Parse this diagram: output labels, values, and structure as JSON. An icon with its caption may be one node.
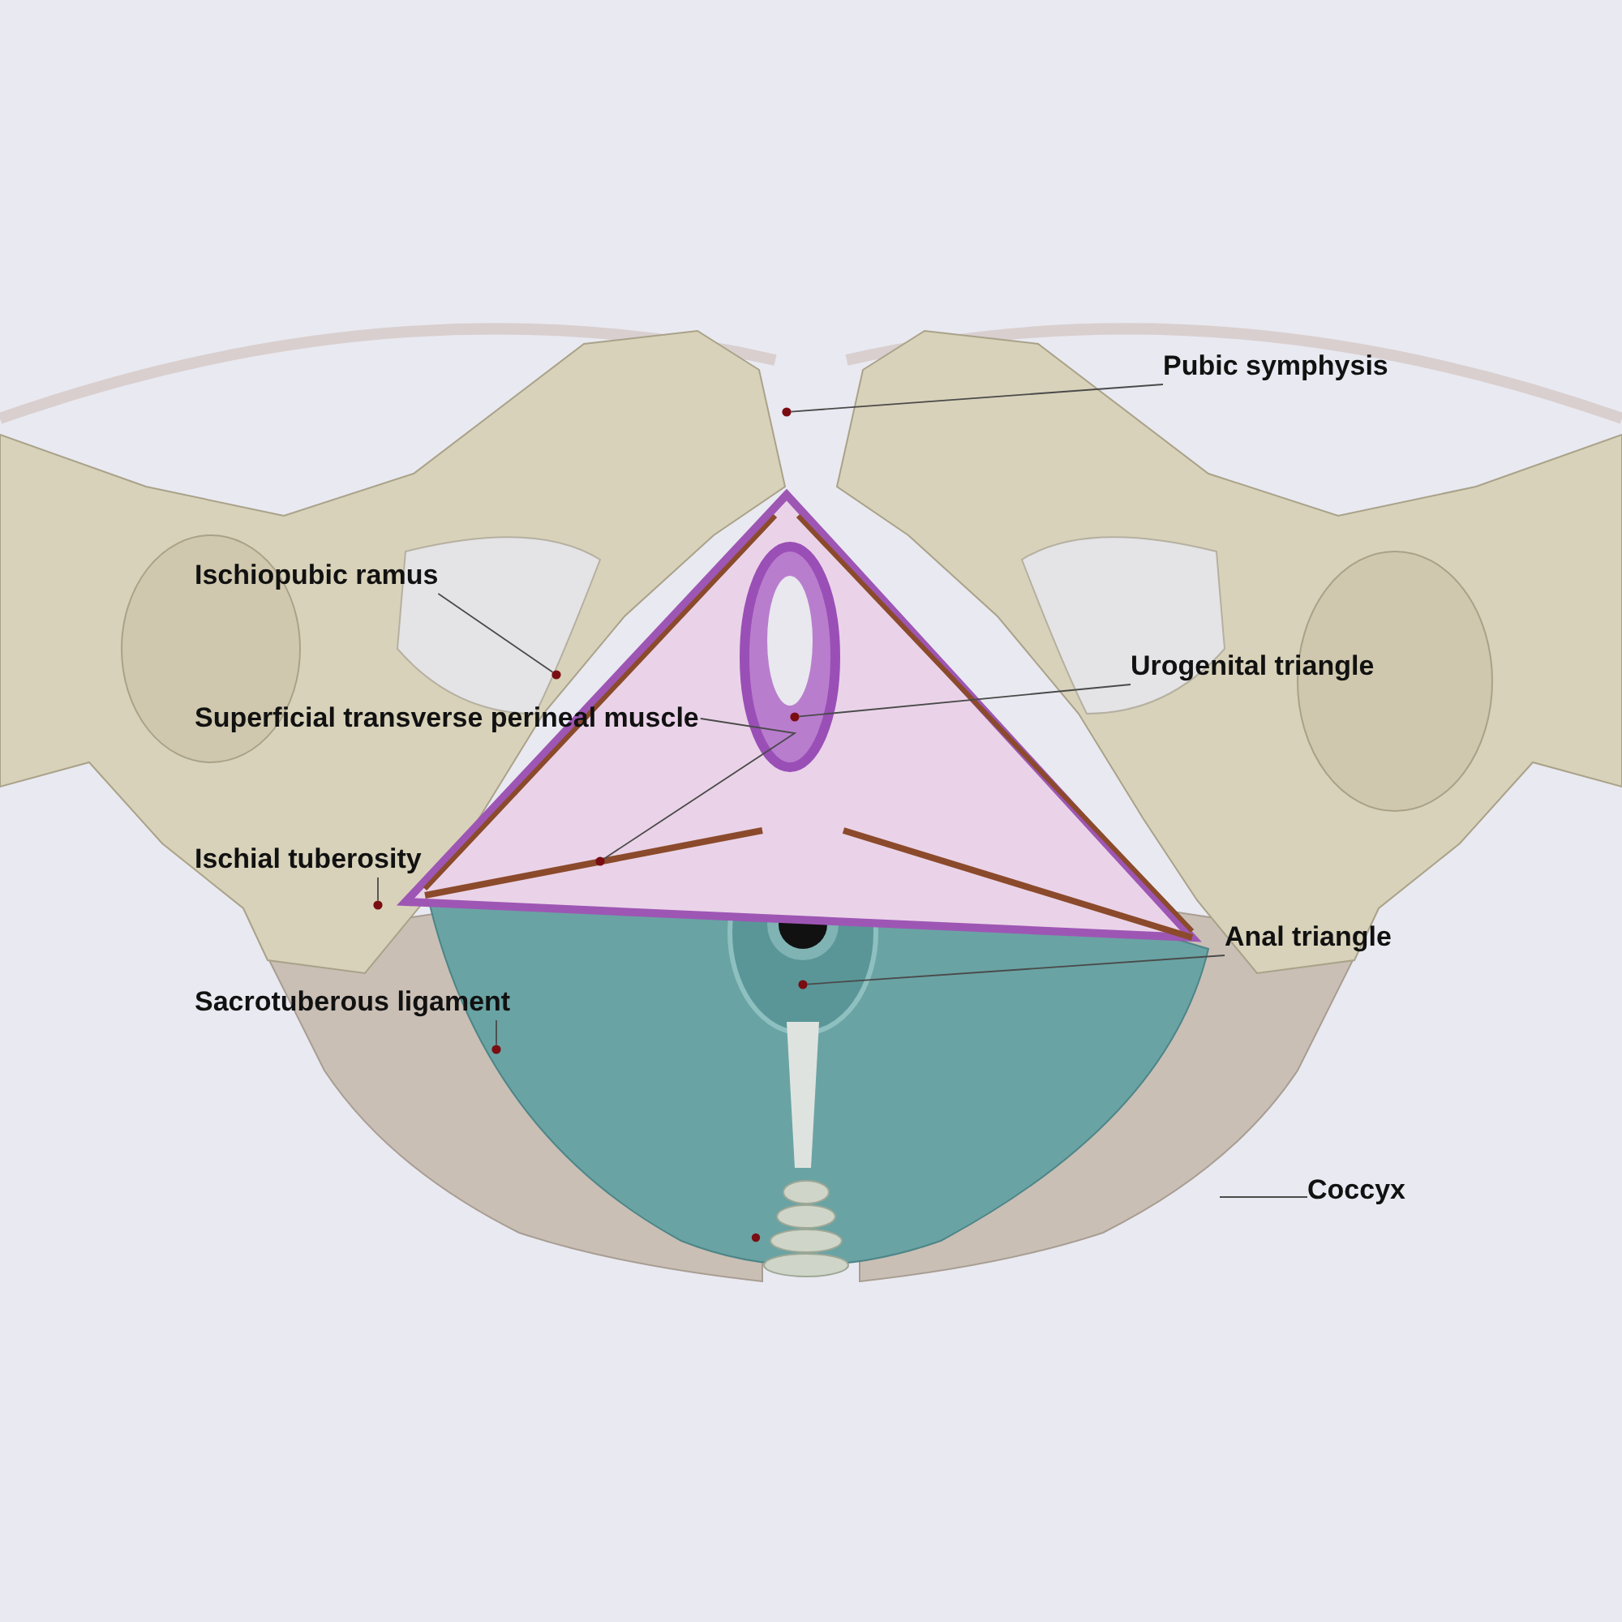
{
  "diagram": {
    "nodes": [
      {
        "text": [
          "Pubic symphysis"
        ]
      },
      {
        "text": [
          "Ischiopubic ramus"
        ]
      },
      {
        "text": [
          "Urogenital triangle"
        ]
      },
      {
        "text": [
          "Superficial transverse perineal muscle"
        ]
      },
      {
        "text": [
          "Ischial tuberosity"
        ]
      },
      {
        "text": [
          "Anal triangle"
        ]
      },
      {
        "text": [
          "Sacrotuberous ligament"
        ]
      },
      {
        "text": [
          "Coccyx"
        ]
      },
      {
        "text": [],
        "shape": "circle"
      },
      {
        "text": [],
        "shape": "circle"
      },
      {
        "text": [],
        "shape": "circle"
      },
      {
        "text": [],
        "shape": "circle"
      },
      {
        "text": [],
        "shape": "circle"
      },
      {
        "text": [],
        "shape": "circle"
      },
      {
        "text": [],
        "shape": "circle"
      }
    ],
    "edges": [
      {
        "from": 0,
        "to": 8,
        "arrow": "none"
      },
      {
        "from": 1,
        "to": 9,
        "arrow": "none"
      },
      {
        "from": 2,
        "to": 10,
        "arrow": "none"
      },
      {
        "from": 3,
        "to": 11,
        "arrow": "none"
      },
      {
        "from": 4,
        "to": 12,
        "arrow": "none"
      },
      {
        "from": 5,
        "to": 13,
        "arrow": "none"
      },
      {
        "from": 6,
        "to": 14,
        "arrow": "none"
      },
      {
        "from": 7,
        "to": null,
        "arrow": "none"
      }
    ]
  }
}
